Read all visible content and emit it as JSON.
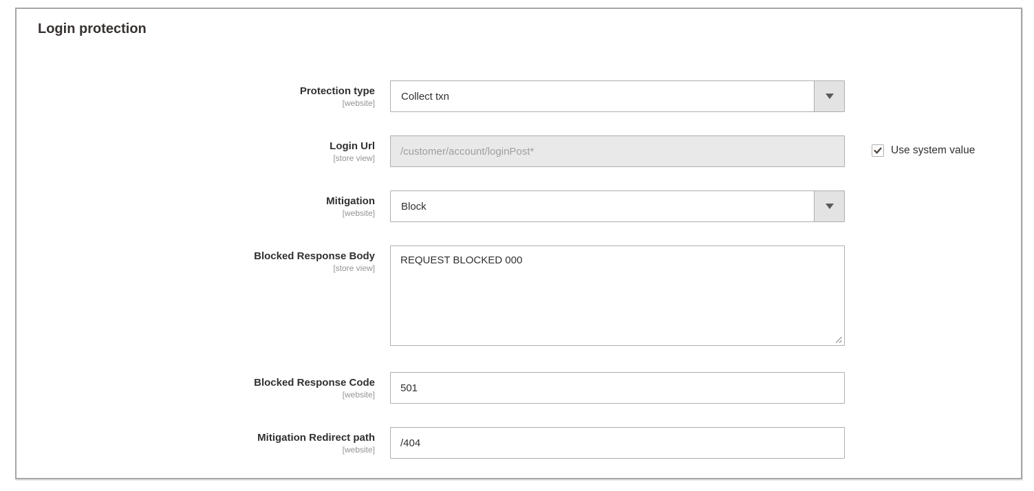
{
  "panel": {
    "title": "Login protection"
  },
  "colors": {
    "panel_border": "#a5a5a5",
    "input_border": "#adadad",
    "disabled_input_bg": "#e9e9e9",
    "disabled_input_text": "#9e9e9e",
    "select_arrow_box_bg": "#e3e3e3",
    "label_text": "#303030",
    "scope_text": "#949494",
    "checkmark": "#514943"
  },
  "fields": [
    {
      "id": "protection-type",
      "label": "Protection type",
      "scope": "[website]",
      "control": "select",
      "value": "Collect txn"
    },
    {
      "id": "login-url",
      "label": "Login Url",
      "scope": "[store view]",
      "control": "text",
      "value": "/customer/account/loginPost*",
      "disabled": true,
      "checkbox_label": "Use system value",
      "checkbox_checked": true
    },
    {
      "id": "mitigation",
      "label": "Mitigation",
      "scope": "[website]",
      "control": "select",
      "value": "Block"
    },
    {
      "id": "blocked-response-body",
      "label": "Blocked Response Body",
      "scope": "[store view]",
      "control": "textarea",
      "value": "REQUEST BLOCKED 000"
    },
    {
      "id": "blocked-response-code",
      "label": "Blocked Response Code",
      "scope": "[website]",
      "control": "text",
      "value": "501"
    },
    {
      "id": "mitigation-redirect-path",
      "label": "Mitigation Redirect path",
      "scope": "[website]",
      "control": "text",
      "value": "/404"
    }
  ]
}
